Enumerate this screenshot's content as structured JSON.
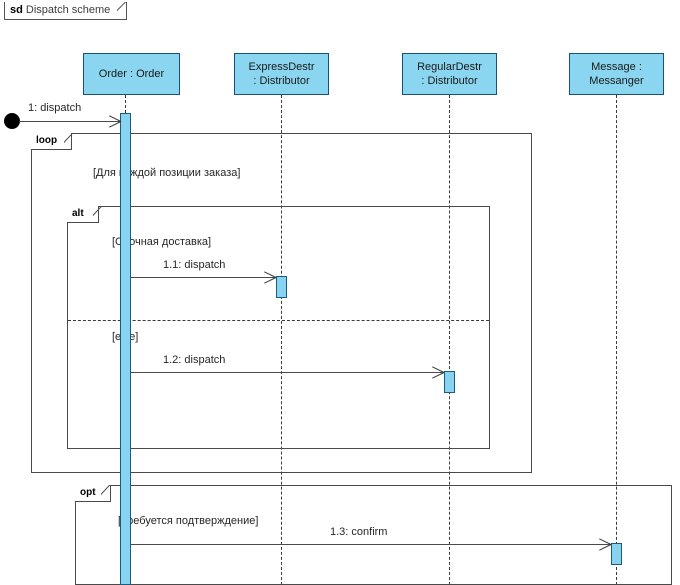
{
  "diagram": {
    "kind_keyword": "sd",
    "title": "Dispatch scheme"
  },
  "lifelines": [
    {
      "name": "order-lifeline",
      "line1": "Order : Order",
      "line2": ""
    },
    {
      "name": "express-lifeline",
      "line1": "ExpressDestr",
      "line2": ": Distributor"
    },
    {
      "name": "regular-lifeline",
      "line1": "RegularDestr",
      "line2": ": Distributor"
    },
    {
      "name": "messanger-lifeline",
      "line1": "Message :",
      "line2": "Messanger"
    }
  ],
  "messages": [
    {
      "name": "found-dispatch",
      "label": "1: dispatch"
    },
    {
      "name": "express-dispatch",
      "label": "1.1: dispatch"
    },
    {
      "name": "regular-dispatch",
      "label": "1.2: dispatch"
    },
    {
      "name": "confirm",
      "label": "1.3: confirm"
    }
  ],
  "fragments": {
    "loop": {
      "operator": "loop",
      "guard": "[Для каждой позиции заказа]"
    },
    "alt": {
      "operator": "alt",
      "guard_first": "[Срочная доставка]",
      "guard_else": "[else]"
    },
    "opt": {
      "operator": "opt",
      "guard": "[Требуется подтверждение]"
    }
  },
  "colors": {
    "lifeline_fill": "#8ad5f0",
    "lifeline_border": "#16527a",
    "activation_fill": "#87d3f0",
    "line": "#4a4a4a"
  }
}
